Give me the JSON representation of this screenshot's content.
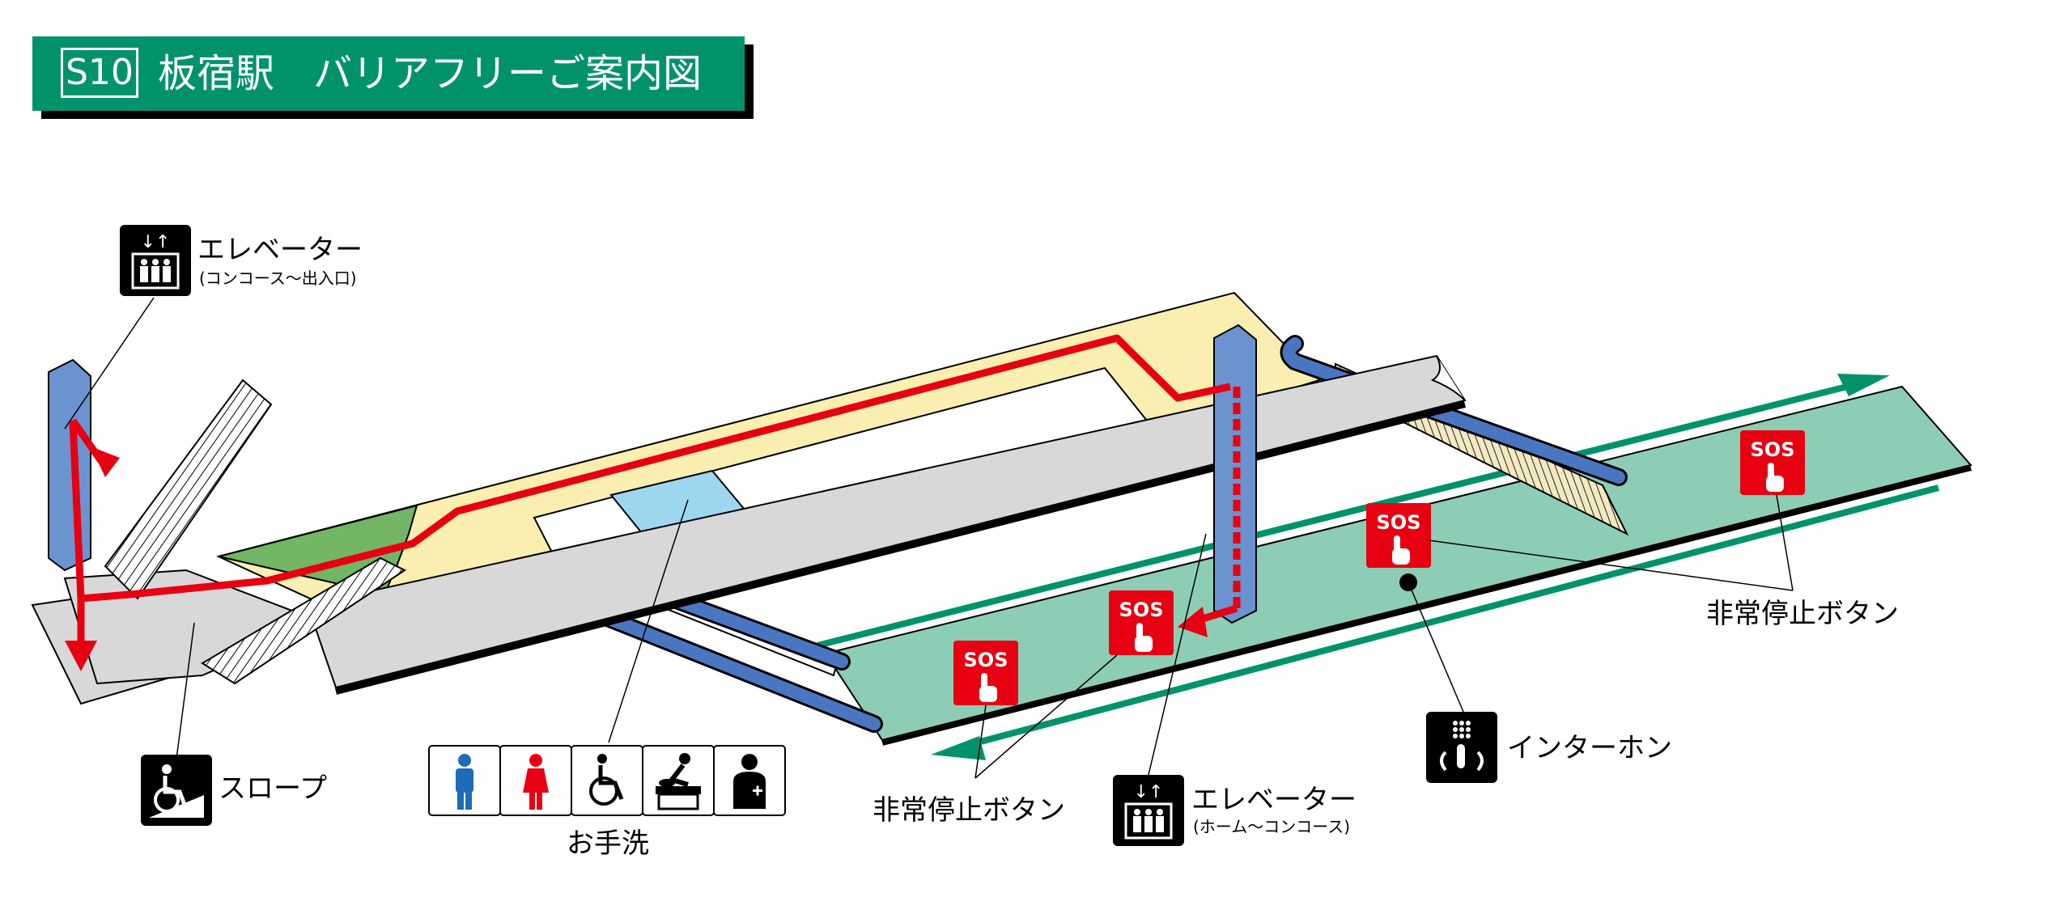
{
  "title": {
    "code": "S10",
    "text": "板宿駅　バリアフリーご案内図"
  },
  "colors": {
    "title_bg": "#00936b",
    "route": "#e60012",
    "platform": "#8ecdb5",
    "rail_line": "#00936b",
    "concourse": "#faeeb0",
    "walkway": "#d8d8d8",
    "elevator_shaft": "#6b93d0",
    "escalator": "#4a76c1",
    "restroom_area": "#9dd6ef",
    "green_area": "#72b565",
    "sos": "#e60012"
  },
  "labels": {
    "elevator_top": {
      "main": "エレベーター",
      "sub": "(コンコース～出入口)"
    },
    "slope": "スロープ",
    "restroom": "お手洗",
    "emergency_left": "非常停止ボタン",
    "elevator_bottom": {
      "main": "エレベーター",
      "sub": "(ホーム～コンコース)"
    },
    "intercom": "インターホン",
    "emergency_right": "非常停止ボタン"
  },
  "sos_text": "SOS",
  "icons": {
    "elevator": "elevator-icon",
    "slope": "wheelchair-slope-icon",
    "intercom": "intercom-icon",
    "restroom_set": [
      "male-icon",
      "female-icon",
      "wheelchair-icon",
      "baby-changing-icon",
      "ostomate-icon"
    ]
  }
}
